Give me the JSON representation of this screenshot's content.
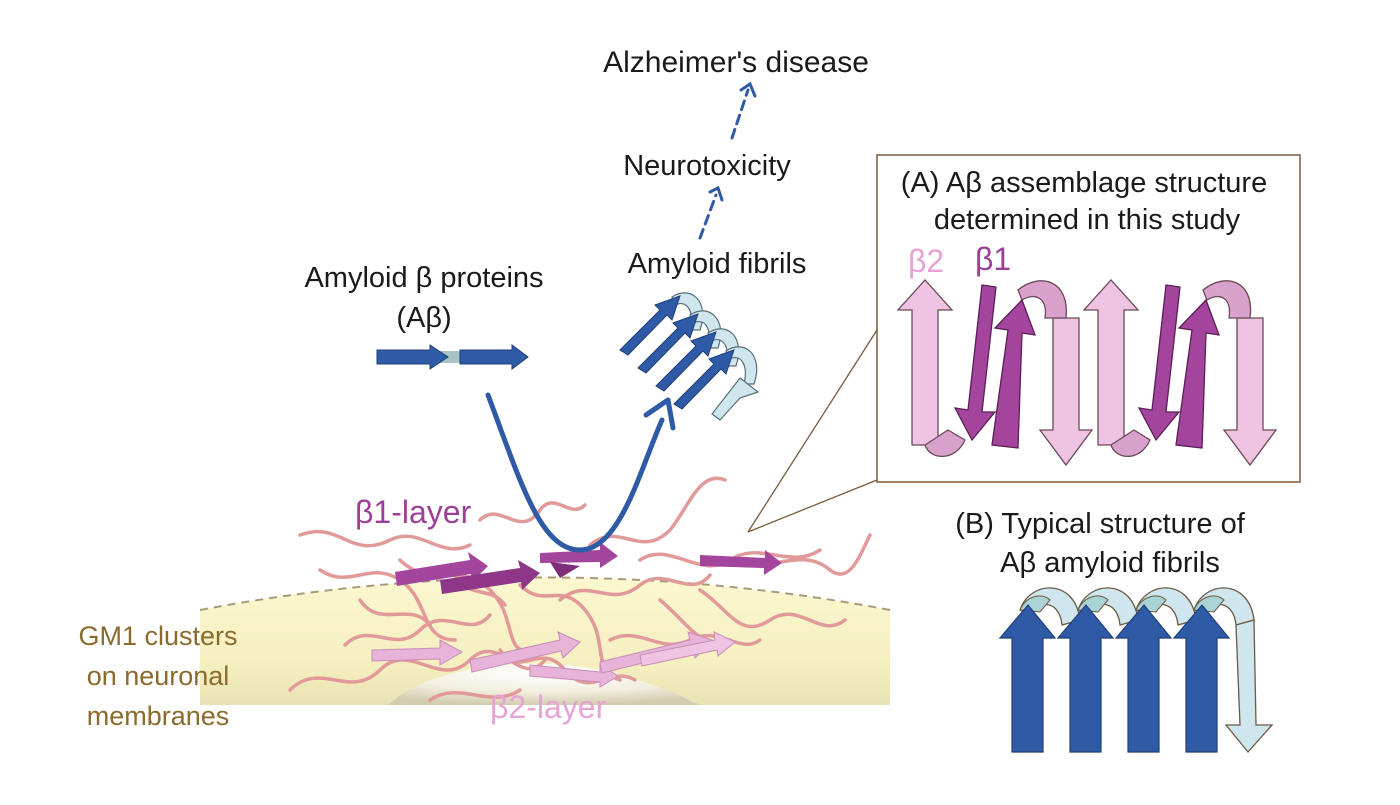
{
  "labels": {
    "alzheimers": "Alzheimer's disease",
    "neurotoxicity": "Neurotoxicity",
    "amyloid_fibrils": "Amyloid fibrils",
    "amyloid_beta_line1": "Amyloid β proteins",
    "amyloid_beta_line2": "(Aβ)",
    "beta1_layer": "β1-layer",
    "beta2_layer": "β2-layer",
    "gm1_line1": "GM1 clusters",
    "gm1_line2": "on neuronal",
    "gm1_line3": "membranes"
  },
  "panel_a": {
    "title_line1": "(A) Aβ assemblage structure",
    "title_line2": "determined in this study",
    "beta2": "β2",
    "beta1": "β1"
  },
  "panel_b": {
    "title_line1": "(B) Typical structure of",
    "title_line2": "Aβ amyloid fibrils"
  },
  "colors": {
    "blue_arrow": "#2f5aa6",
    "light_blue": "#cfe6ee",
    "teal_light": "#a9d3d4",
    "magenta": "#a4459d",
    "pink_light": "#efc3e2",
    "membrane": "#f8f3c3",
    "membrane_shadow": "#d8d2a6",
    "coil": "#e2999a",
    "gm1_text": "#8c6a2c"
  }
}
